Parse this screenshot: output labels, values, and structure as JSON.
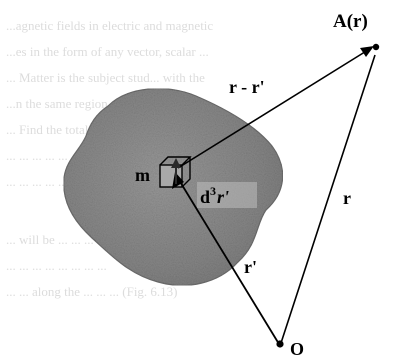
{
  "diagram": {
    "points": {
      "A": "A(r)",
      "O": "O"
    },
    "vectors": {
      "r_minus_r_prime": "r - r'",
      "r": "r",
      "r_prime": "r'"
    },
    "element": {
      "mass": "m",
      "volume_prefix": "d",
      "volume_power": "3",
      "volume_var": "r'"
    },
    "background_text_lines": [
      "...agnetic fields in electric and magnetic",
      "...es in the form of any vector, scalar ...",
      "... Matter is the subject stud... with the",
      "...n the same region of this volume...",
      "... Find the total ... ... of ... ...",
      "... ... ... ... ... ... ... ... ...",
      "... ... ... ... ...",
      "... will be ... ... ... ... ...",
      "... ... ... ... ... ... ... ...",
      "... ... along the ... ... ... (Fig. 6.13)"
    ],
    "colors": {
      "blob": "#8a8a8a",
      "blob_edge": "#6e6e6e",
      "ink": "#000000",
      "page_text": "#d9d9d9",
      "arrow_fill": "#2a2a2a"
    }
  }
}
